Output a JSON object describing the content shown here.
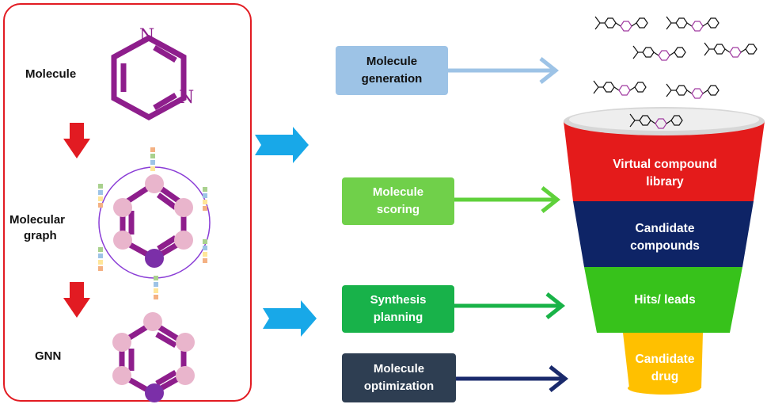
{
  "left_panel": {
    "molecule_label": "Molecule",
    "graph_label_line1": "Molecular",
    "graph_label_line2": "graph",
    "gnn_label": "GNN",
    "atom_n1": "N",
    "atom_n2": "N"
  },
  "steps": [
    {
      "line1": "Molecule",
      "line2": "generation",
      "color": "#9dc3e6",
      "arrow_color": "#9dc3e6"
    },
    {
      "line1": "Molecule",
      "line2": "scoring",
      "color": "#70d04a",
      "arrow_color": "#5fd13b"
    },
    {
      "line1": "Synthesis",
      "line2": "planning",
      "color": "#18b24a",
      "arrow_color": "#19b348"
    },
    {
      "line1": "Molecule",
      "line2": "optimization",
      "color": "#2e3e52",
      "arrow_color": "#1a2a6c"
    }
  ],
  "funnel": [
    {
      "line1": "Virtual compound",
      "line2": "library",
      "color": "#e41b1b"
    },
    {
      "line1": "Candidate",
      "line2": "compounds",
      "color": "#0e2466"
    },
    {
      "line1": "Hits/ leads",
      "line2": "",
      "color": "#37c21b"
    },
    {
      "line1": "Candidate",
      "line2": "drug",
      "color": "#ffc000"
    }
  ],
  "colors": {
    "panel_border": "#e21b22",
    "molecule_purple": "#8e1e8c",
    "atom_pink": "#e9b5cc",
    "atom_dark": "#7b2fa8",
    "big_arrow": "#18a8e8"
  }
}
